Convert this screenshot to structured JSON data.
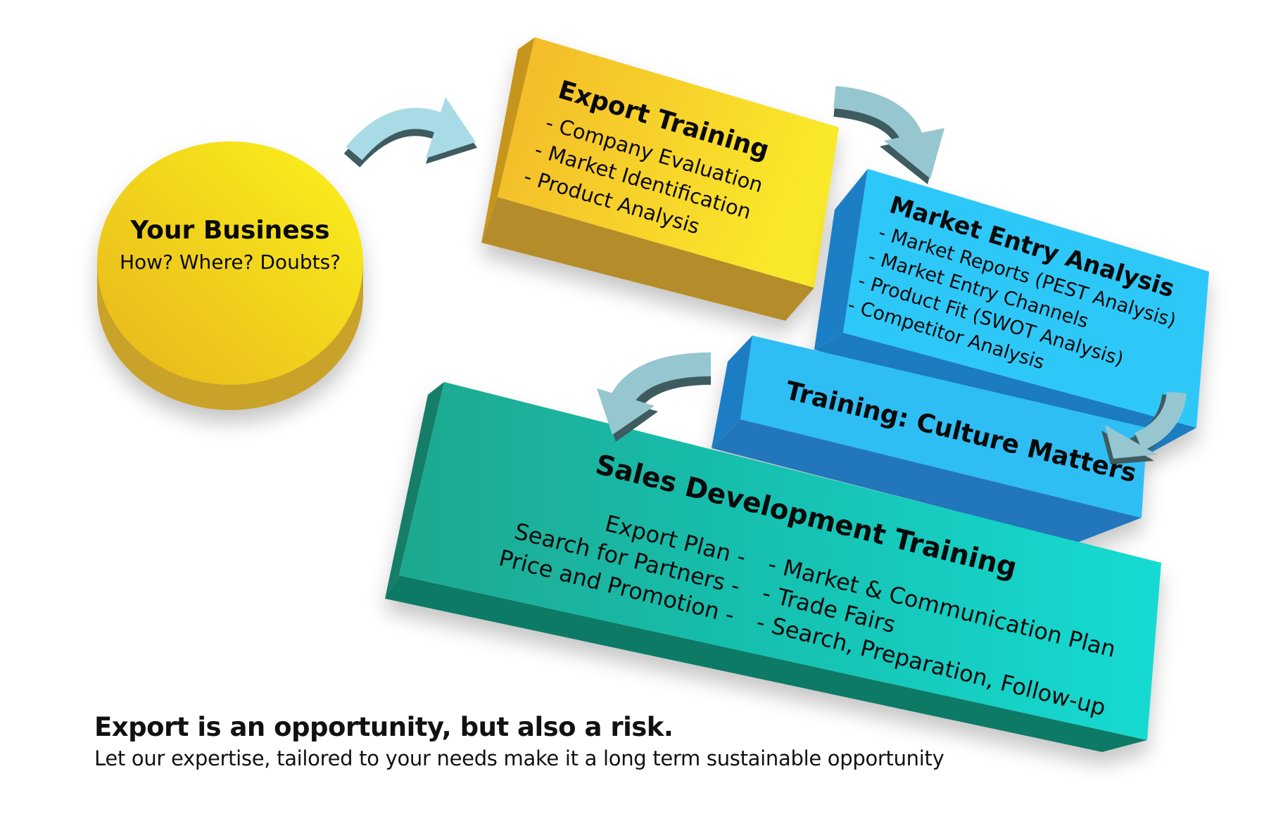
{
  "business": {
    "title": "Your Business",
    "subtitle": "How? Where? Doubts?"
  },
  "export_training": {
    "title": "Export Training",
    "items": [
      "- Company Evaluation",
      "- Market Identification",
      "- Product Analysis"
    ]
  },
  "market_entry": {
    "title": "Market Entry Analysis",
    "items": [
      "- Market Reports (PEST Analysis)",
      "- Market Entry Channels",
      "- Product Fit (SWOT Analysis)",
      "- Competitor Analysis"
    ]
  },
  "culture": {
    "title": "Training: Culture Matters"
  },
  "sales": {
    "title": "Sales Development Training",
    "left": [
      "Export Plan -",
      "Search for Partners -",
      "Price and Promotion -"
    ],
    "right": [
      "- Market & Communication Plan",
      "- Trade Fairs",
      "- Search, Preparation, Follow-up"
    ]
  },
  "footer": {
    "headline": "Export is an opportunity, but also a risk.",
    "subline": "Let our expertise, tailored to your needs make it a long term sustainable opportunity"
  },
  "colors": {
    "yellow": "#f5d020",
    "blue": "#2ec5f7",
    "teal": "#17c9b8",
    "arrow": "#96c6d0"
  }
}
